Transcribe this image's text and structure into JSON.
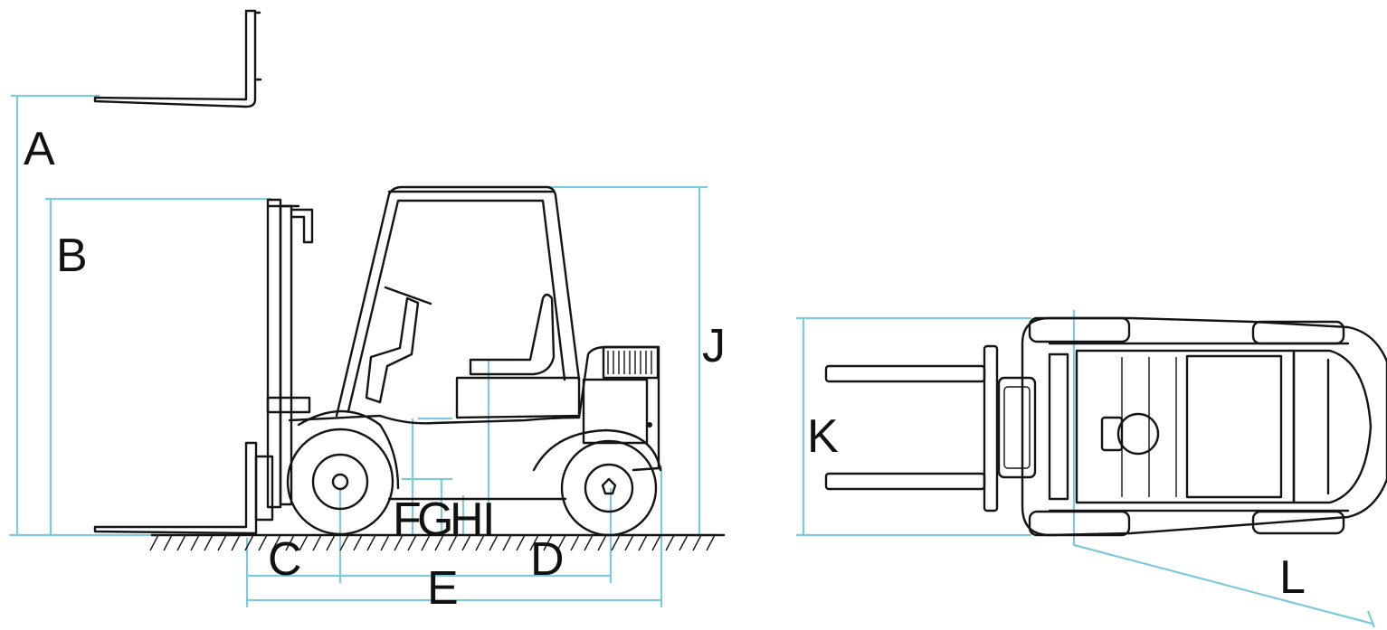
{
  "labels": {
    "A": "A",
    "B": "B",
    "C": "C",
    "D": "D",
    "E": "E",
    "F": "F",
    "G": "G",
    "H": "H",
    "I": "I",
    "J": "J",
    "K": "K",
    "L": "L"
  },
  "colors": {
    "dimension_line": "#7ec9dc",
    "drawing_line": "#141414",
    "background": "#ffffff"
  }
}
